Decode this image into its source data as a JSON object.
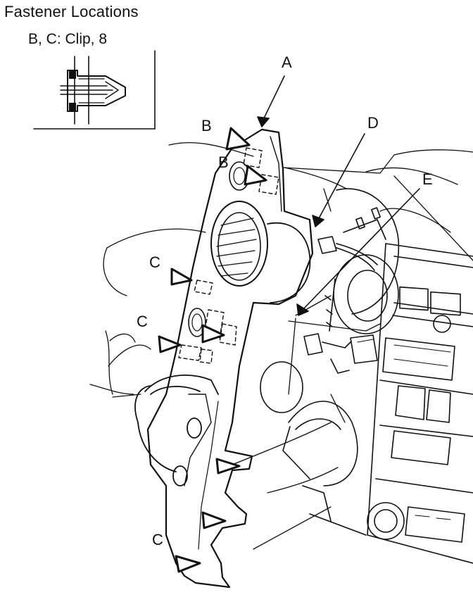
{
  "header": {
    "title": "Fastener Locations"
  },
  "legend": {
    "clip_text": "B, C: Clip, 8"
  },
  "callouts": {
    "a": "A",
    "b_top": "B",
    "b_inner": "B",
    "c_upper": "C",
    "c_mid": "C",
    "c_lower": "C",
    "d": "D",
    "e": "E"
  }
}
